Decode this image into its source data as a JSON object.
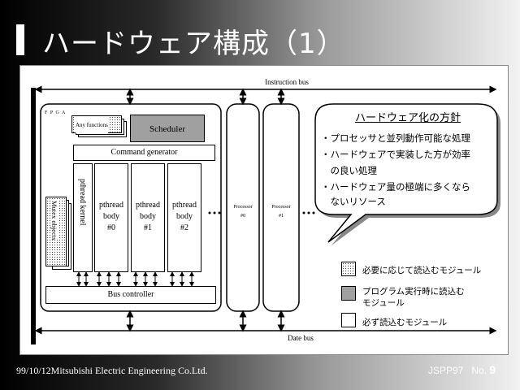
{
  "slide": {
    "title": "ハードウェア構成（1）",
    "footer_left": "99/10/12Mitsubishi Electric Engineering Co.Ltd.",
    "footer_conf": "JSPP97",
    "footer_no_label": "No.",
    "footer_no": "9"
  },
  "diagram": {
    "instruction_bus": "Instruction bus",
    "date_bus": "Date bus",
    "fpga": "F P G A",
    "any_functions": "Any functions",
    "scheduler": "Scheduler",
    "command_generator": "Command generator",
    "mutex_objects": "Mutex objects",
    "pthread_kernel": "pthread kernel",
    "bodies": [
      {
        "l1": "pthread",
        "l2": "body",
        "l3": "#0"
      },
      {
        "l1": "pthread",
        "l2": "body",
        "l3": "#1"
      },
      {
        "l1": "pthread",
        "l2": "body",
        "l3": "#2"
      }
    ],
    "bus_controller": "Bus controller",
    "processors": [
      {
        "name": "Processor",
        "id": "#0"
      },
      {
        "name": "Processor",
        "id": "#1"
      }
    ]
  },
  "callout": {
    "title": "ハードウェア化の方針",
    "items": [
      "・プロセッサと並列動作可能な処理",
      "・ハードウェアで実装した方が効率",
      "　の良い処理",
      "・ハードウェア量の極端に多くなら",
      "　ないリソース"
    ]
  },
  "legend": [
    {
      "label1": "必要に応じて読込むモジュール",
      "label2": "",
      "style": "dotted",
      "color": "#ffffff"
    },
    {
      "label1": "プログラム実行時に読込む",
      "label2": "モジュール",
      "style": "filled",
      "color": "#a0a0a0"
    },
    {
      "label1": "必ず読込むモジュール",
      "label2": "",
      "style": "plain",
      "color": "#ffffff"
    }
  ]
}
